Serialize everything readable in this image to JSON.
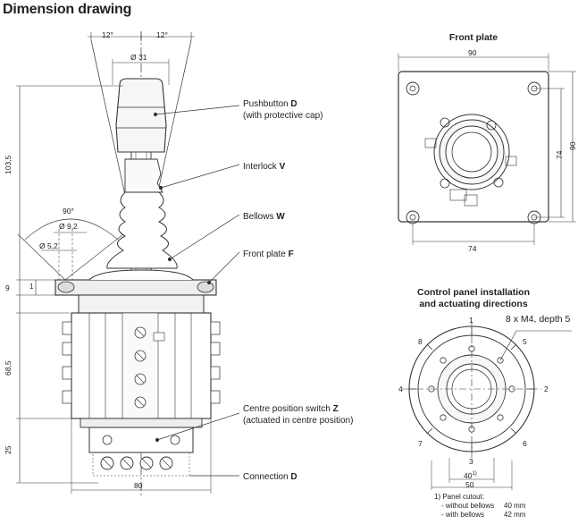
{
  "title": "Dimension drawing",
  "front_plate": {
    "heading": "Front plate",
    "dims": {
      "top": "90",
      "right_outer": "90",
      "right_inner": "74",
      "bottom": "74"
    }
  },
  "control_panel": {
    "heading_line1": "Control panel installation",
    "heading_line2": "and actuating directions",
    "holes_label": "8 x M4, depth 5",
    "directions": [
      "1",
      "2",
      "3",
      "4",
      "5",
      "6",
      "7",
      "8"
    ],
    "dims": {
      "cutout": "40",
      "cutout_sup": "1)",
      "outer": "50"
    },
    "footnote": {
      "line1": "1)  Panel cutout:",
      "line2_label": "- without bellows",
      "line2_value": "40 mm",
      "line3_label": "- with bellows",
      "line3_value": "42 mm"
    }
  },
  "side_view": {
    "angle_left": "12°",
    "angle_right": "12°",
    "diam_top": "Ø 31",
    "angle_90": "90°",
    "diam_92": "Ø 9,2",
    "diam_52": "Ø 5,2",
    "dim_1035": "103,5",
    "dim_9": "9",
    "dim_1": "1",
    "dim_685": "68,5",
    "dim_25": "25",
    "dim_80": "80"
  },
  "callouts": {
    "pushbutton": {
      "line1_prefix": "Pushbutton ",
      "line1_letter": "D",
      "line2": "(with protective cap)"
    },
    "interlock": {
      "prefix": "Interlock ",
      "letter": "V"
    },
    "bellows": {
      "prefix": "Bellows ",
      "letter": "W"
    },
    "front_plate": {
      "prefix": "Front plate ",
      "letter": "F"
    },
    "centre_switch": {
      "line1_prefix": "Centre position switch ",
      "line1_letter": "Z",
      "line2": "(actuated in centre position)"
    },
    "connection": {
      "prefix": "Connection ",
      "letter": "D"
    }
  }
}
